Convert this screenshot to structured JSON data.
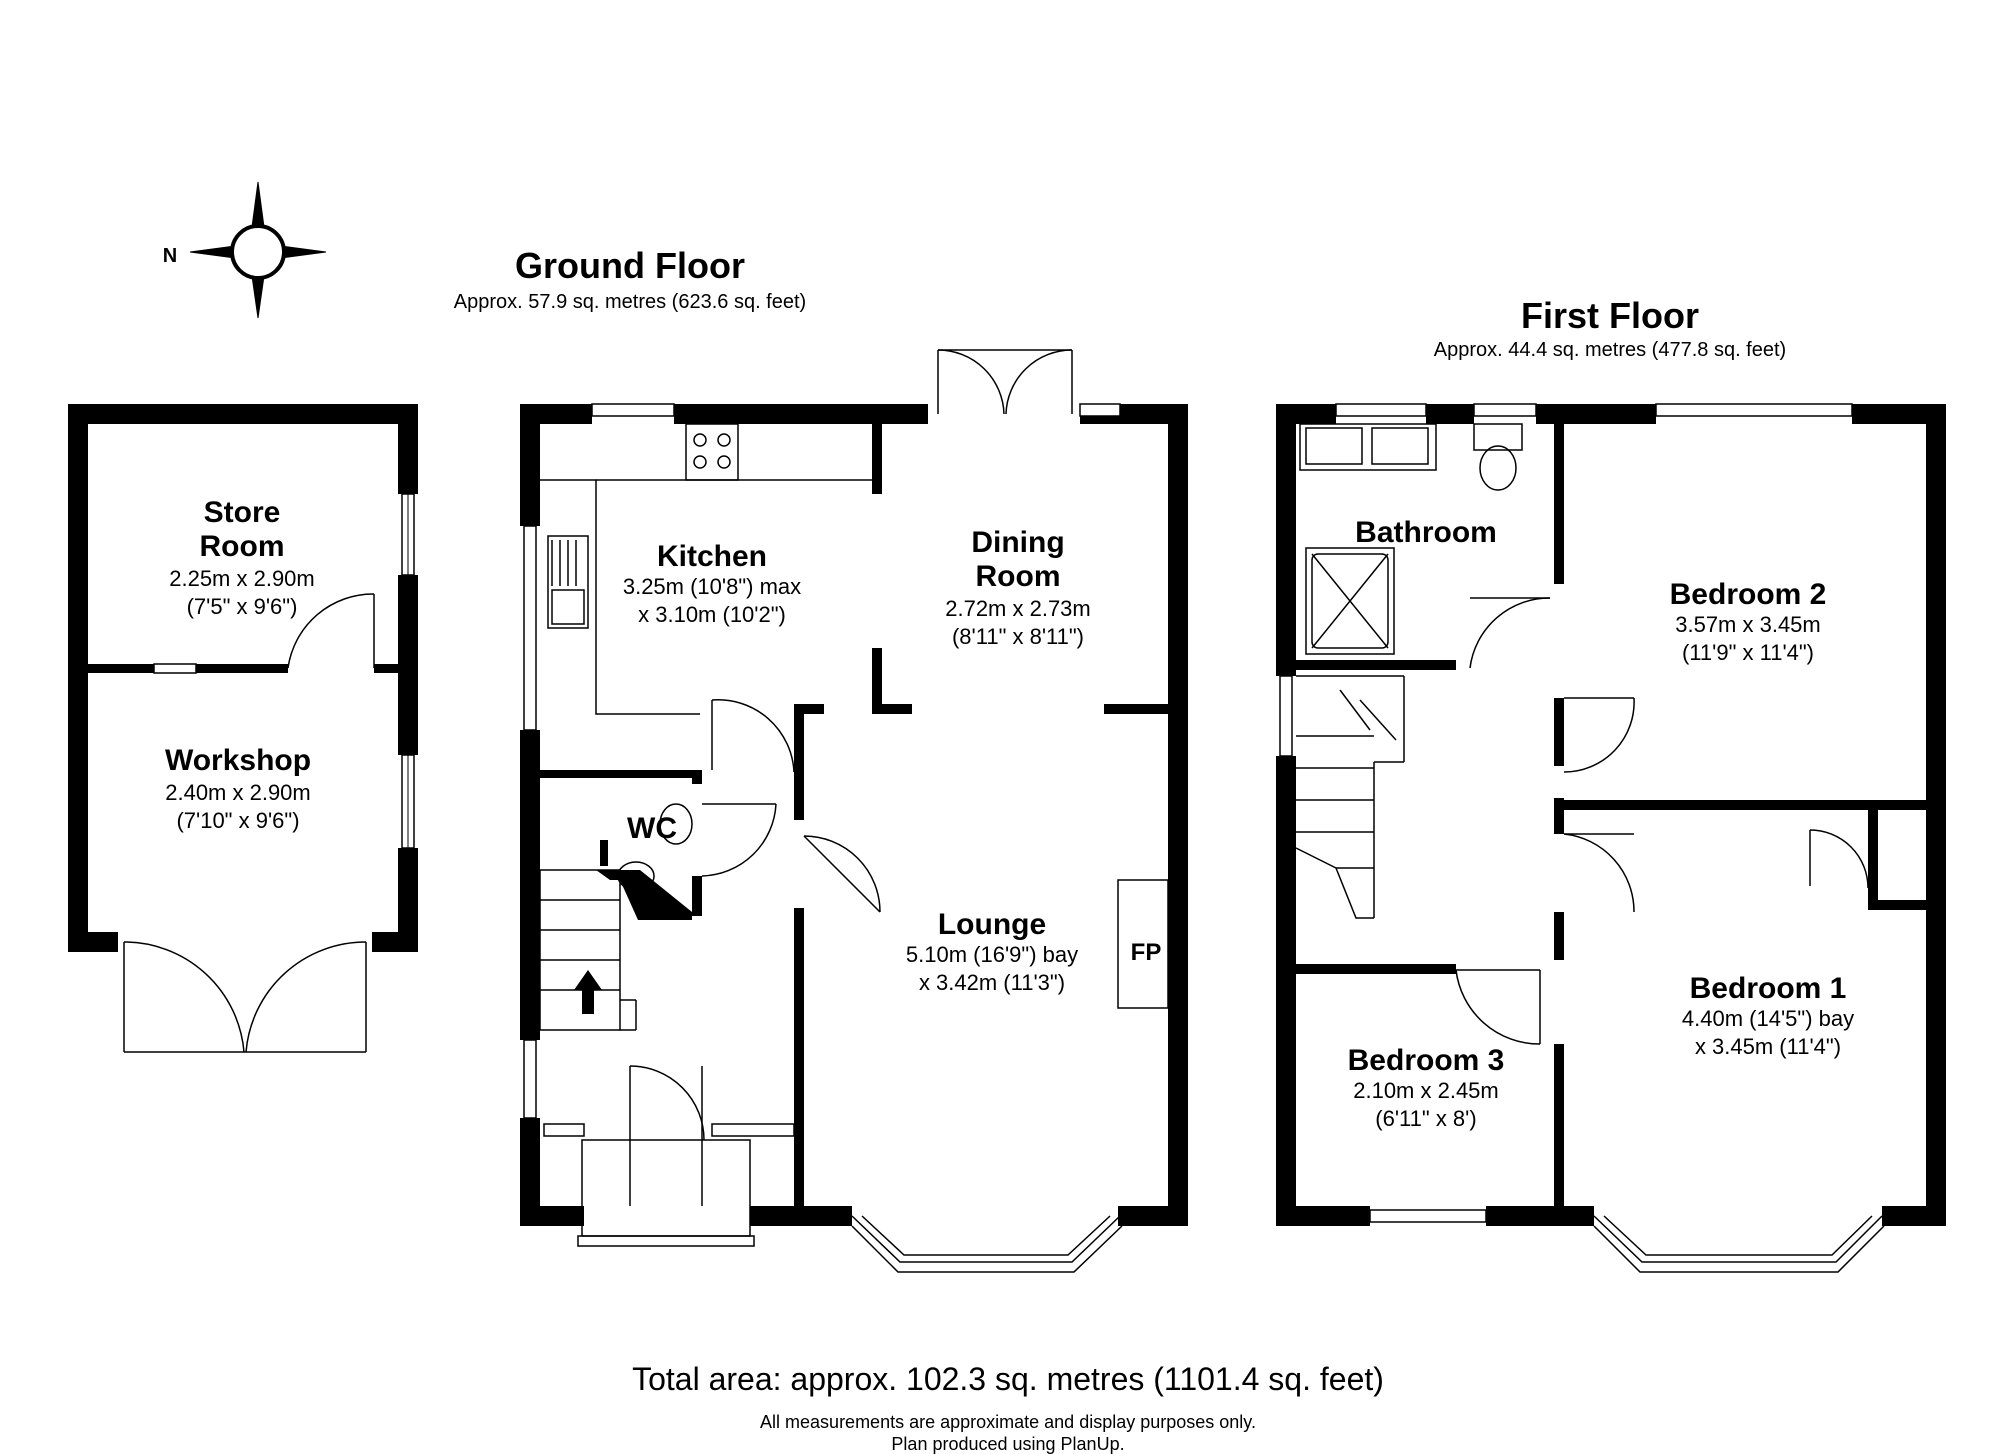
{
  "compass": {
    "label": "N",
    "icon": "compass-rose-icon"
  },
  "ground_floor": {
    "title": "Ground Floor",
    "area": "Approx. 57.9 sq. metres (623.6 sq. feet)",
    "rooms": {
      "store": {
        "name_1": "Store",
        "name_2": "Room",
        "dim_1": "2.25m x 2.90m",
        "dim_2": "(7'5\" x 9'6\")"
      },
      "workshop": {
        "name": "Workshop",
        "dim_1": "2.40m x 2.90m",
        "dim_2": "(7'10\" x 9'6\")"
      },
      "kitchen": {
        "name": "Kitchen",
        "dim_1": "3.25m (10'8\") max",
        "dim_2": "x 3.10m (10'2\")"
      },
      "dining": {
        "name_1": "Dining",
        "name_2": "Room",
        "dim_1": "2.72m x 2.73m",
        "dim_2": "(8'11\" x 8'11\")"
      },
      "wc": {
        "name": "WC"
      },
      "lounge": {
        "name": "Lounge",
        "dim_1": "5.10m (16'9\") bay",
        "dim_2": "x 3.42m (11'3\")"
      },
      "fireplace": {
        "name": "FP"
      }
    }
  },
  "first_floor": {
    "title": "First Floor",
    "area": "Approx. 44.4 sq. metres (477.8 sq. feet)",
    "rooms": {
      "bathroom": {
        "name": "Bathroom"
      },
      "bedroom2": {
        "name": "Bedroom 2",
        "dim_1": "3.57m x 3.45m",
        "dim_2": "(11'9\" x 11'4\")"
      },
      "bedroom1": {
        "name": "Bedroom 1",
        "dim_1": "4.40m (14'5\") bay",
        "dim_2": "x 3.45m (11'4\")"
      },
      "bedroom3": {
        "name": "Bedroom 3",
        "dim_1": "2.10m x 2.45m",
        "dim_2": "(6'11\" x 8')"
      }
    }
  },
  "footer": {
    "total_area": "Total area: approx. 102.3 sq. metres (1101.4 sq. feet)",
    "note_1": "All measurements are approximate and display purposes only.",
    "note_2": "Plan produced using PlanUp."
  }
}
